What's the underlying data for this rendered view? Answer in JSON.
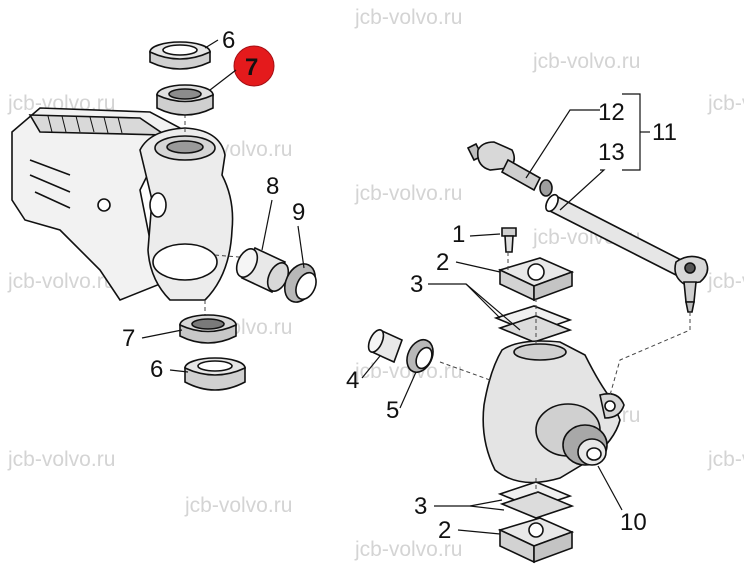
{
  "diagram": {
    "watermark_text": "jcb-volvo.ru",
    "highlight_color": "#e41a1c",
    "highlighted_part": "7",
    "callouts": {
      "c6_top": "6",
      "c7_top": "7",
      "c8": "8",
      "c9": "9",
      "c7_bottom": "7",
      "c6_bottom": "6",
      "c12": "12",
      "c13": "13",
      "c11": "11",
      "c1": "1",
      "c2_top": "2",
      "c3_top": "3",
      "c4": "4",
      "c5": "5",
      "c10": "10",
      "c3_bottom": "3",
      "c2_bottom": "2"
    }
  }
}
